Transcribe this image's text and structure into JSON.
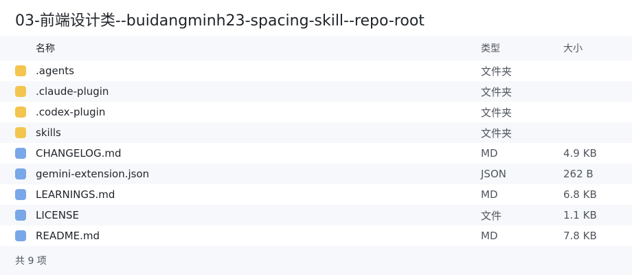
{
  "window": {
    "title": "03-前端设计类--buidangminh23-spacing-skill--repo-root"
  },
  "table": {
    "headers": {
      "name": "名称",
      "type": "类型",
      "size": "大小"
    },
    "rows": [
      {
        "name": ".agents",
        "type": "文件夹",
        "size": "",
        "icon": "folder-icon"
      },
      {
        "name": ".claude-plugin",
        "type": "文件夹",
        "size": "",
        "icon": "folder-icon"
      },
      {
        "name": ".codex-plugin",
        "type": "文件夹",
        "size": "",
        "icon": "folder-icon"
      },
      {
        "name": "skills",
        "type": "文件夹",
        "size": "",
        "icon": "folder-icon"
      },
      {
        "name": "CHANGELOG.md",
        "type": "MD",
        "size": "4.9 KB",
        "icon": "file-icon"
      },
      {
        "name": "gemini-extension.json",
        "type": "JSON",
        "size": "262 B",
        "icon": "file-icon"
      },
      {
        "name": "LEARNINGS.md",
        "type": "MD",
        "size": "6.8 KB",
        "icon": "file-icon"
      },
      {
        "name": "LICENSE",
        "type": "文件",
        "size": "1.1 KB",
        "icon": "file-icon"
      },
      {
        "name": "README.md",
        "type": "MD",
        "size": "7.8 KB",
        "icon": "file-icon"
      }
    ]
  },
  "status": {
    "item_count": "共 9 项"
  },
  "colors": {
    "folder": "#f3c54f",
    "file": "#79a7e8",
    "stripe": "#f6f8fb"
  }
}
